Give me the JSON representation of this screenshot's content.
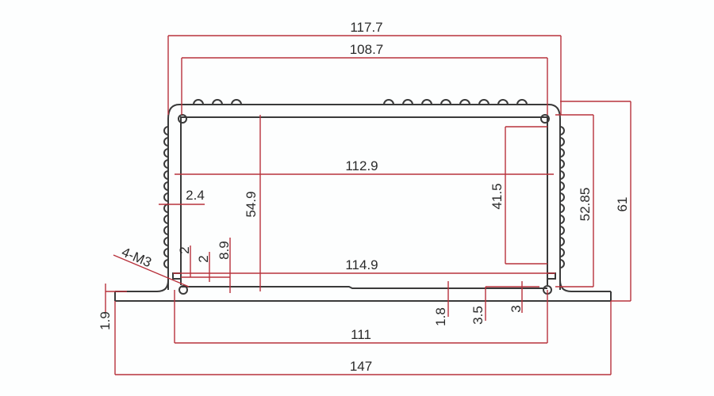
{
  "colors": {
    "dimension": "#b8323c",
    "profile": "#3a3a3a"
  },
  "dimensions": {
    "overall_top_width": "117.7",
    "inner_top_width": "108.7",
    "inner_width": "112.9",
    "slot_width": "114.9",
    "inner_height": "54.9",
    "pcb_slot_height": "41.5",
    "height_to_flange": "52.85",
    "total_height": "61",
    "hole_spacing": "111",
    "flange_width": "147",
    "flange_thickness": "1.9",
    "wall_thickness": "2.4",
    "base_thickness": "1.8",
    "base_offset": "3.5",
    "slot_offset": "3",
    "slot_gap_a": "2",
    "slot_gap_b": "2",
    "slot_height": "8.9",
    "screw_holes": "4-M3"
  }
}
